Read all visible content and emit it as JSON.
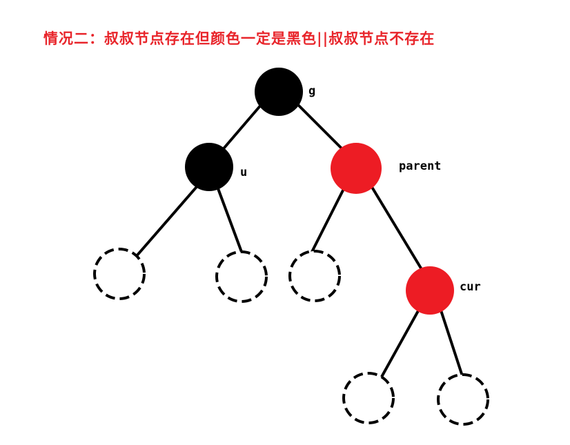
{
  "title": "情况二：叔叔节点存在但颜色一定是黑色||叔叔节点不存在",
  "colors": {
    "title": "#e8242a",
    "black_node": "#000000",
    "red_node": "#ed1c24",
    "edge": "#000000"
  },
  "nodes": {
    "g": {
      "label": "g",
      "color": "black"
    },
    "u": {
      "label": "u",
      "color": "black"
    },
    "parent": {
      "label": "parent",
      "color": "red"
    },
    "cur": {
      "label": "cur",
      "color": "red"
    }
  },
  "null_leaves": [
    "u-left",
    "u-right",
    "parent-left",
    "cur-left",
    "cur-right"
  ]
}
